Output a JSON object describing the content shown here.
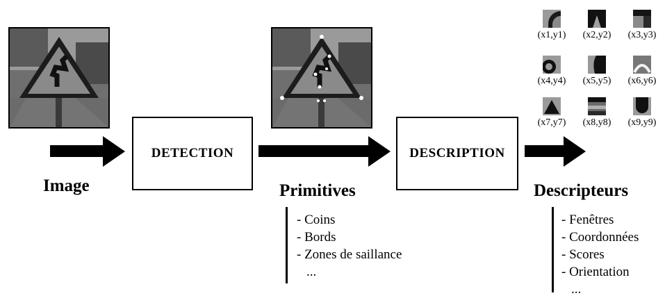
{
  "stages": {
    "image_label": "Image",
    "detection_label": "DETECTION",
    "primitives_label": "Primitives",
    "description_label": "DESCRIPTION",
    "descripteurs_label": "Descripteurs"
  },
  "primitives_list": [
    "- Coins",
    "- Bords",
    "- Zones de saillance",
    "..."
  ],
  "descripteurs_list": [
    "- Fenêtres",
    "- Coordonnées",
    "- Scores",
    "- Orientation",
    "..."
  ],
  "patches": [
    {
      "coord": "(x1,y1)",
      "icon": "curved-corner-patch"
    },
    {
      "coord": "(x2,y2)",
      "icon": "dark-notch-patch"
    },
    {
      "coord": "(x3,y3)",
      "icon": "dark-band-patch"
    },
    {
      "coord": "(x4,y4)",
      "icon": "ring-edge-patch"
    },
    {
      "coord": "(x5,y5)",
      "icon": "dark-blob-patch"
    },
    {
      "coord": "(x6,y6)",
      "icon": "white-arc-patch"
    },
    {
      "coord": "(x7,y7)",
      "icon": "triangle-patch"
    },
    {
      "coord": "(x8,y8)",
      "icon": "striped-patch"
    },
    {
      "coord": "(x9,y9)",
      "icon": "dark-round-patch"
    }
  ]
}
